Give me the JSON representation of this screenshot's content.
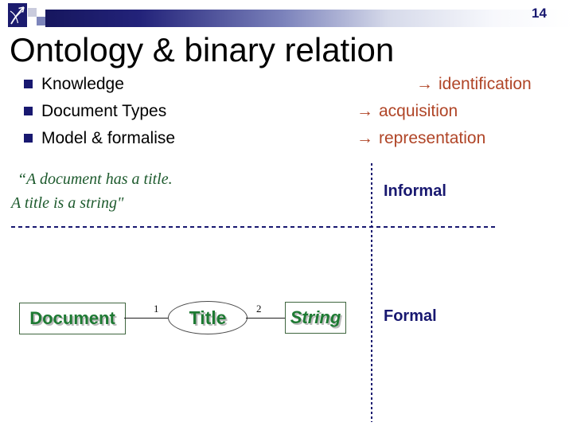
{
  "slide": {
    "page_number": "14",
    "title": "Ontology & binary relation"
  },
  "bullet_list": {
    "items": [
      "Knowledge",
      "Document Types",
      "Model & formalise"
    ]
  },
  "steps": {
    "arrow": "→",
    "items": [
      "identification",
      "acquisition",
      "representation"
    ]
  },
  "quote": {
    "line1": "“A document has a title.",
    "line2": "A title is a string\""
  },
  "labels": {
    "informal": "Informal",
    "formal": "Formal"
  },
  "diagram": {
    "entity": "Document",
    "relation": "Title",
    "datatype": "String",
    "card_left": "1",
    "card_right": "2"
  },
  "colors": {
    "navy": "#181870",
    "rust": "#b04527",
    "quote_green": "#1d5a2d",
    "diagram_green": "#1e7a33",
    "bar_gradient_start": "#16165e",
    "bar_gradient_end": "#ffffff"
  }
}
